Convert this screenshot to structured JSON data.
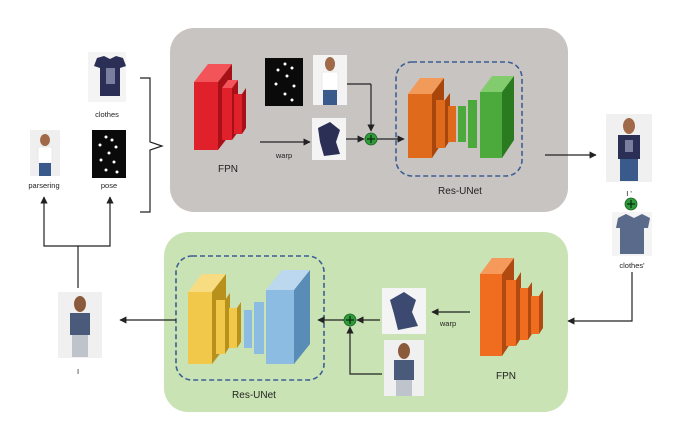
{
  "labels": {
    "clothes": "clothes",
    "pose": "pose",
    "parsering": "parsering",
    "warp_top": "warp",
    "fpn_top": "FPN",
    "resunet_top": "Res-UNet",
    "i_prime": "I '",
    "clothes_prime": "clothes'",
    "warp_bottom": "warp",
    "fpn_bottom": "FPN",
    "resunet_bottom": "Res-UNet",
    "i": "I"
  },
  "colors": {
    "top_panel": "#c8c4c2",
    "bottom_panel": "#c9e3b4",
    "dashed_box": "#3d5f95",
    "fpn_red": "#e0202a",
    "fpn_orange": "#f06c1e",
    "unet_orange": "#e06a1c",
    "unet_green": "#4caa3c",
    "unet_yellow": "#f2c84a",
    "unet_blue": "#8cbce2",
    "plus_circle": "#2e9a3a"
  }
}
